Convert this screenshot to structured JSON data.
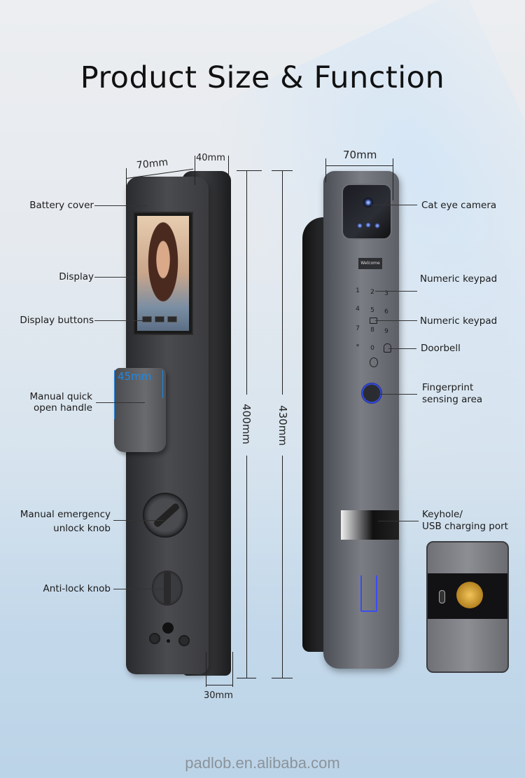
{
  "title": "Product Size & Function",
  "dimensions": {
    "left_width": "70mm",
    "left_depth": "40mm",
    "handle_width": "45mm",
    "left_height": "400mm",
    "right_height": "430mm",
    "bottom_depth": "30mm",
    "right_width": "70mm"
  },
  "left_labels": {
    "battery_cover": "Battery cover",
    "display": "Display",
    "display_buttons": "Display buttons",
    "handle_line1": "Manual quick",
    "handle_line2": "open handle",
    "emergency_line1": "Manual emergency",
    "emergency_line2": "unlock knob",
    "anti_lock": "Anti-lock knob"
  },
  "right_labels": {
    "camera": "Cat eye camera",
    "keypad_1": "Numeric keypad",
    "keypad_2": "Numeric keypad",
    "doorbell": "Doorbell",
    "fingerprint_line1": "Fingerprint",
    "fingerprint_line2": "sensing area",
    "keyhole_line1": "Keyhole/",
    "keyhole_line2": "USB charging port"
  },
  "lock_screen": {
    "welcome": "Welcome"
  },
  "keypad_keys": [
    "1",
    "2",
    "3",
    "4",
    "5",
    "6",
    "7",
    "8",
    "9",
    "*",
    "0"
  ],
  "colors": {
    "accent_blue": "#1e88e5",
    "led_blue": "#3a4df0",
    "brass": "#d4a640"
  },
  "footer": "padlob.en.alibaba.com"
}
